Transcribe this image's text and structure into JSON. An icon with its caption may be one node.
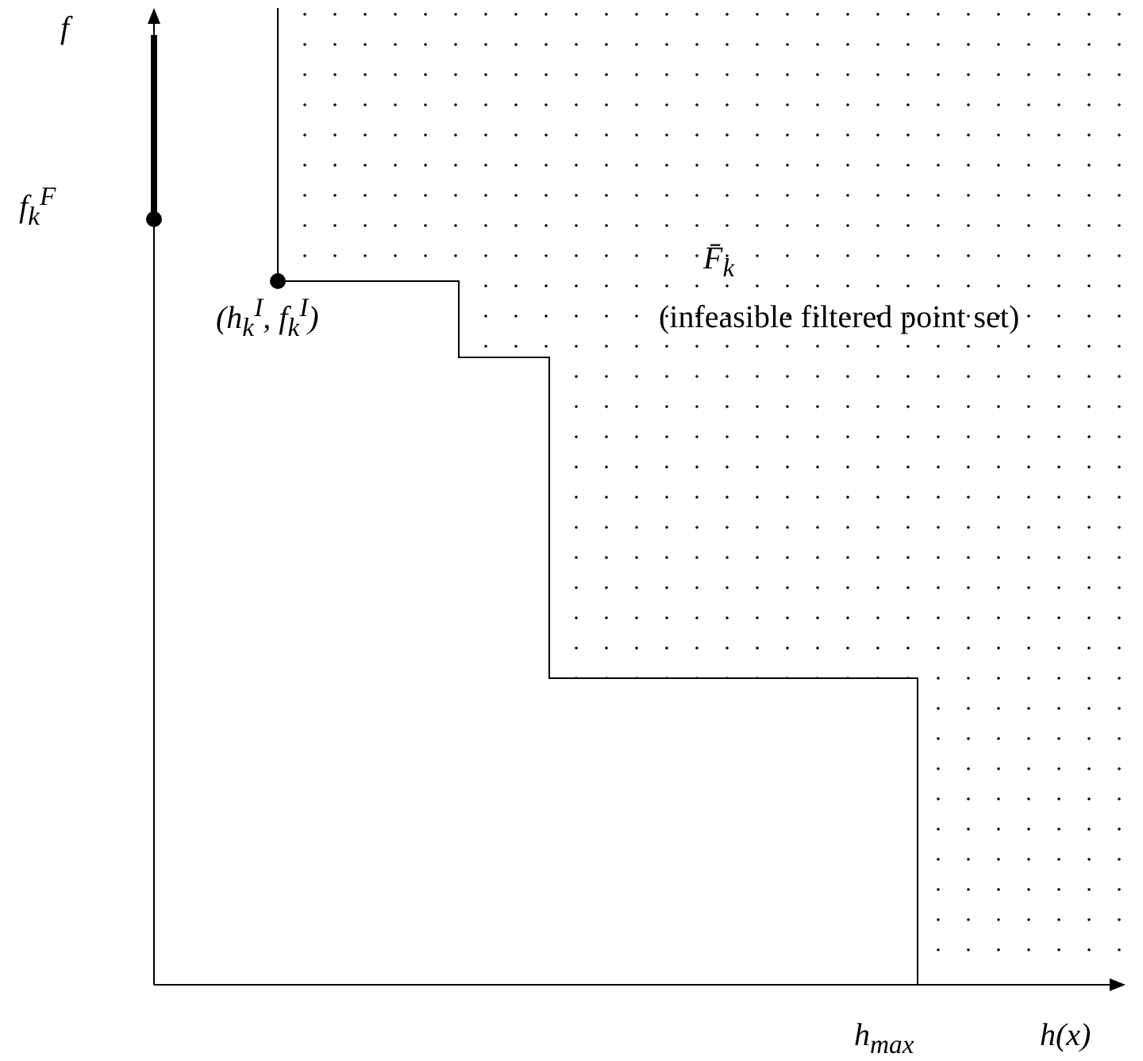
{
  "diagram": {
    "labels": [
      "f",
      "f$_{k}$$^{F}$",
      "(h$_{k}$$^{I}$, f$_{k}$$^{I}$)",
      "F̄$_{k}$",
      "(infeasible filtered point set)",
      "h$_{max}$",
      "h(x)"
    ]
  }
}
